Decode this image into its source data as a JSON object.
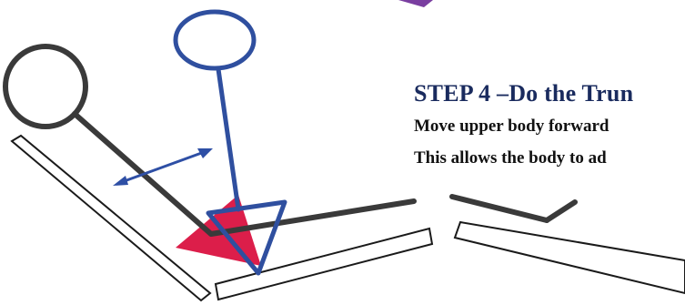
{
  "step": {
    "title": "STEP 4 –Do the Trun",
    "line1": "Move upper body forward",
    "line2": "This allows the body to ad"
  },
  "colors": {
    "old_position": "#3a3a3a",
    "new_position": "#2f4f9f",
    "pelvis_marker": "#dc1e4a",
    "motion_arrow": "#2e4fa5",
    "purple_arrow": "#7a3ea0",
    "title_text": "#1a2b5e"
  }
}
